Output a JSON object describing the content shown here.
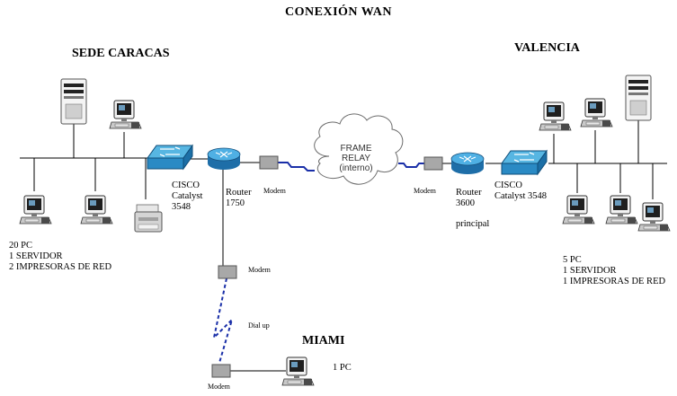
{
  "title": "CONEXIÓN WAN",
  "sites": {
    "caracas": {
      "name": "SEDE CARACAS",
      "summary": [
        "20 PC",
        "1 SERVIDOR",
        "2 IMPRESORAS DE RED"
      ],
      "switch_label": [
        "CISCO",
        "Catalyst",
        "3548"
      ],
      "router_label": [
        "Router",
        "1750"
      ],
      "modem_label": "Modem"
    },
    "valencia": {
      "name": "VALENCIA",
      "summary": [
        "5 PC",
        "1 SERVIDOR",
        "1 IMPRESORAS DE RED"
      ],
      "switch_label": [
        "CISCO",
        "Catalyst 3548"
      ],
      "router_label": [
        "Router",
        "3600"
      ],
      "router_note": "principal",
      "modem_label": "Modem"
    },
    "miami": {
      "name": "MIAMI",
      "summary": "1 PC",
      "modem_label": "Modem"
    }
  },
  "cloud": {
    "lines": [
      "FRAME",
      "RELAY",
      "(interno)"
    ]
  },
  "dialup": {
    "modem_label": "Modem",
    "link_label": "Dial up"
  },
  "colors": {
    "switch": "#3fa0d4",
    "router": "#2f86c4",
    "link": "#1a2fa8",
    "cloud_stroke": "#6c6c6c",
    "modem": "#a8a8a8"
  }
}
